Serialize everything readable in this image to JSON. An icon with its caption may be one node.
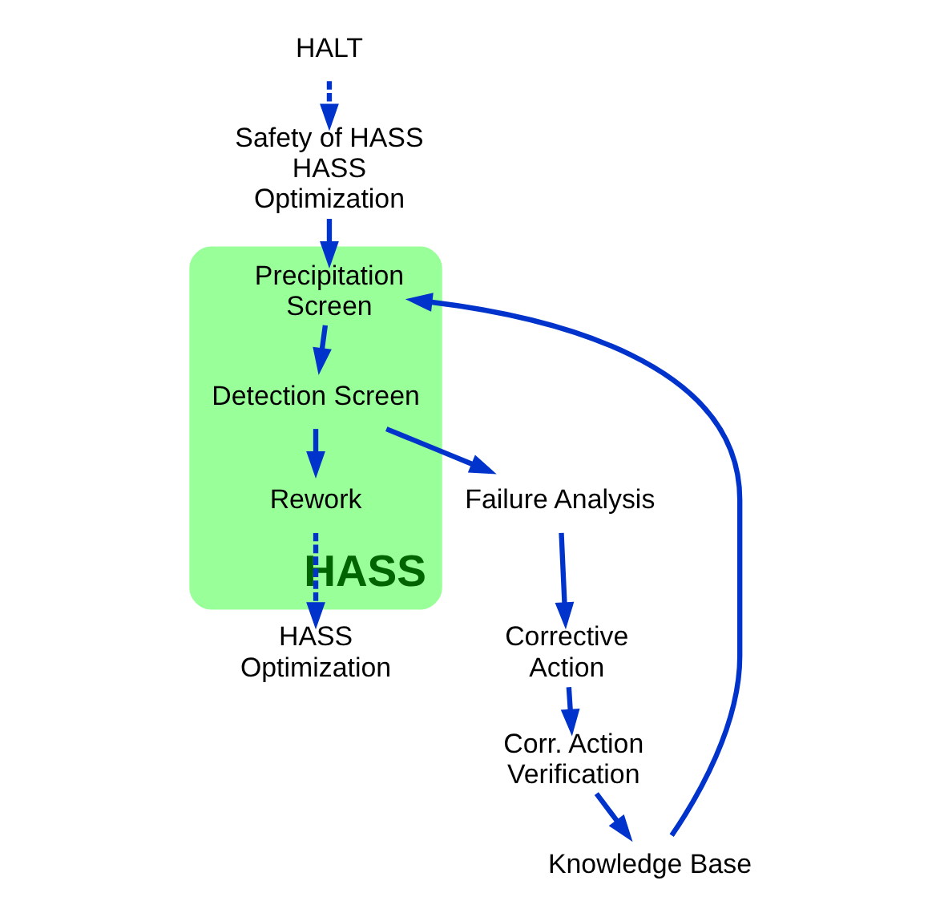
{
  "diagram": {
    "nodes": [
      {
        "text": [
          "HALT"
        ]
      },
      {
        "text": [
          "Safety of HASS HASS Optimization"
        ]
      },
      {
        "text": [
          "HASS"
        ]
      },
      {
        "text": [
          "Precipitation Screen"
        ],
        "in": 2
      },
      {
        "text": [
          "Detection Screen"
        ],
        "in": 2
      },
      {
        "text": [
          "Rework"
        ],
        "in": 2
      },
      {
        "text": [
          "HASS Optimization"
        ]
      },
      {
        "text": [
          "Failure Analysis"
        ]
      },
      {
        "text": [
          "Corrective Action"
        ]
      },
      {
        "text": [
          "Corr. Action Verification"
        ]
      },
      {
        "text": [
          "Knowledge Base"
        ]
      }
    ],
    "edges": [
      {
        "from": 0,
        "to": 1,
        "arrow": "to",
        "style": "dashed"
      },
      {
        "from": 1,
        "to": 3,
        "arrow": "to"
      },
      {
        "from": 3,
        "to": 4,
        "arrow": "to"
      },
      {
        "from": 4,
        "to": 5,
        "arrow": "to"
      },
      {
        "from": 5,
        "to": 6,
        "arrow": "to",
        "style": "dashed"
      },
      {
        "from": 4,
        "to": 7,
        "arrow": "to"
      },
      {
        "from": 7,
        "to": 8,
        "arrow": "to"
      },
      {
        "from": 8,
        "to": 9,
        "arrow": "to"
      },
      {
        "from": 9,
        "to": 10,
        "arrow": "to"
      },
      {
        "from": 10,
        "to": 3,
        "arrow": "to"
      }
    ]
  }
}
